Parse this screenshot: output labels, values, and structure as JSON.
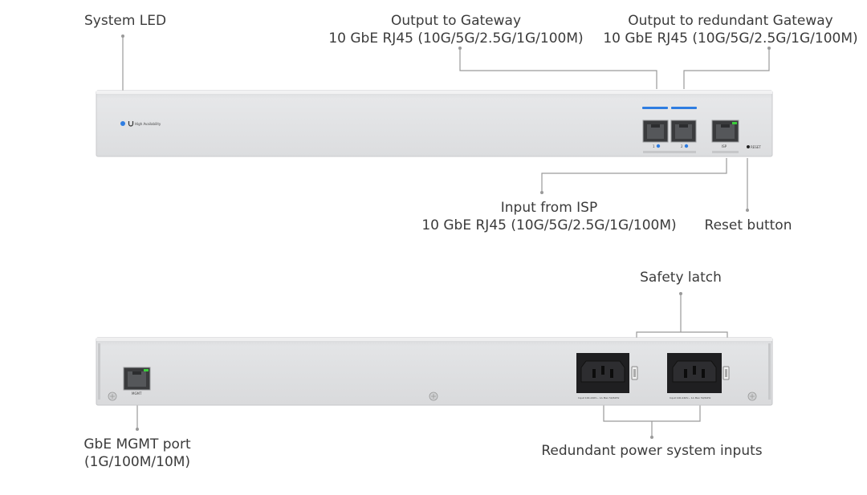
{
  "callouts": {
    "system_led": "System LED",
    "output_gateway_title": "Output to Gateway",
    "output_gateway_spec": "10 GbE RJ45 (10G/5G/2.5G/1G/100M)",
    "output_redundant_title": "Output to redundant Gateway",
    "output_redundant_spec": "10 GbE RJ45 (10G/5G/2.5G/1G/100M)",
    "input_isp_title": "Input from ISP",
    "input_isp_spec": "10 GbE RJ45 (10G/5G/2.5G/1G/100M)",
    "reset_button": "Reset button",
    "safety_latch": "Safety latch",
    "mgmt_title": "GbE MGMT port",
    "mgmt_spec": "(1G/100M/10M)",
    "power_inputs": "Redundant power system inputs"
  },
  "front_panel": {
    "brand_text": "High Availability",
    "port_1": "1",
    "port_2": "2",
    "isp_port": "ISP",
    "reset": "RESET"
  },
  "rear_panel": {
    "mgmt_port": "MGMT",
    "psu_rating_1": "Input 100-240V~ 1A Max 50/60Hz",
    "psu_rating_2": "Input 100-240V~ 1A Max 50/60Hz"
  },
  "colors": {
    "panel": "#e2e3e5",
    "led_blue": "#2f7de1",
    "port_bar": "#2f7de1",
    "link_green": "#3ccf3c",
    "leader": "#9a9a9a"
  }
}
